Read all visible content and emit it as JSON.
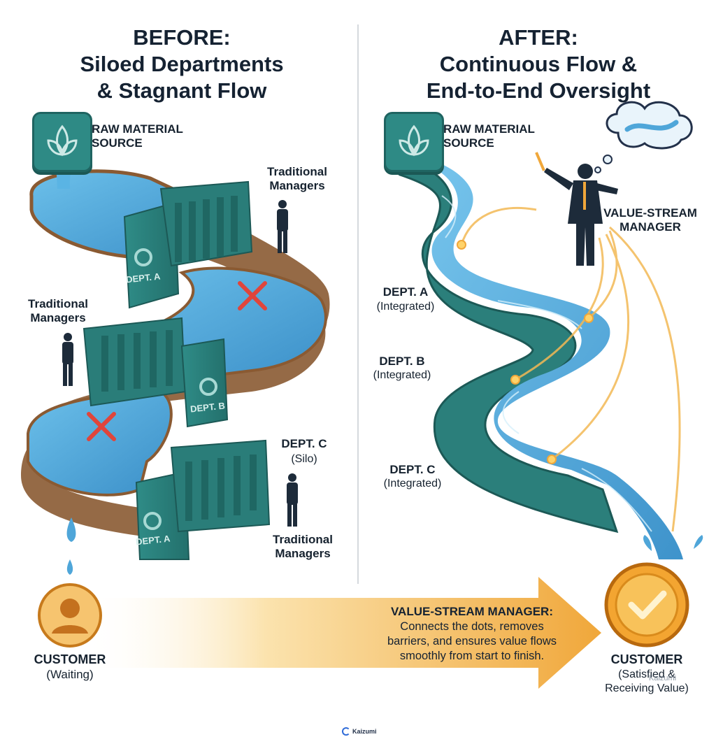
{
  "before": {
    "title_line1": "BEFORE:",
    "title_line2": "Siloed Departments",
    "title_line3": "& Stagnant Flow",
    "source_label_line1": "RAW MATERIAL",
    "source_label_line2": "SOURCE",
    "managers_top_line1": "Traditional",
    "managers_top_line2": "Managers",
    "managers_mid_line1": "Traditional",
    "managers_mid_line2": "Managers",
    "managers_bottom_line1": "Traditional",
    "managers_bottom_line2": "Managers",
    "dam1_label": "DEPT. A",
    "dam2_label": "DEPT. B",
    "dam3_label": "DEPT. A",
    "dept_c_label": "DEPT. C",
    "dept_c_sub": "(Silo)",
    "customer_label": "CUSTOMER",
    "customer_sub": "(Waiting)"
  },
  "after": {
    "title_line1": "AFTER:",
    "title_line2": "Continuous Flow &",
    "title_line3": "End-to-End Oversight",
    "source_label_line1": "RAW MATERIAL",
    "source_label_line2": "SOURCE",
    "vsm_label_line1": "VALUE-STREAM",
    "vsm_label_line2": "MANAGER",
    "dept_a_label": "DEPT. A",
    "dept_a_sub": "(Integrated)",
    "dept_b_label": "DEPT. B",
    "dept_b_sub": "(Integrated)",
    "dept_c_label": "DEPT. C",
    "dept_c_sub": "(Integrated)",
    "customer_label": "CUSTOMER",
    "customer_sub_line1": "(Satisfied &",
    "customer_sub_line2": "Receiving Value)"
  },
  "banner": {
    "title": "VALUE-STREAM MANAGER:",
    "line1": "Connects the dots, removes",
    "line2": "barriers, and ensures value flows",
    "line3": "smoothly from start to finish."
  },
  "watermark": {
    "footer": "Kaizumi",
    "corner": "Kaizumi"
  },
  "colors": {
    "water": "#4fa6d9",
    "dam": "#2e8a85",
    "barrier_x": "#e0453b",
    "gold": "#f0a73a",
    "ink": "#152232"
  }
}
